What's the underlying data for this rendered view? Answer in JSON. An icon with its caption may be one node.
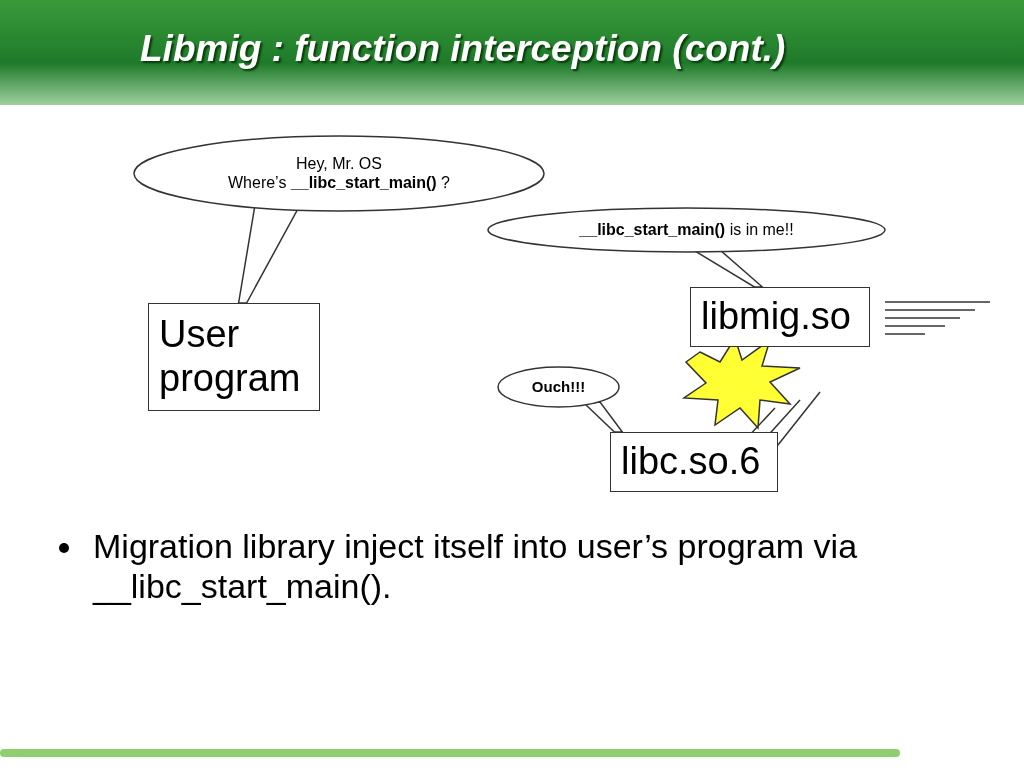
{
  "diagram": {
    "title": "Libmig : function interception (cont.)",
    "nodes": [
      {
        "text": [
          "Hey, Mr. OS",
          "Where’s **__libc_start_main()** ?"
        ]
      },
      {
        "text": [
          "**__libc_start_main()** is in me!!"
        ]
      },
      {
        "text": [
          "User program"
        ]
      },
      {
        "text": [
          "libmig.so"
        ]
      },
      {
        "text": [
          "Ouch!!!"
        ]
      },
      {
        "text": [
          "libc.so.6"
        ]
      }
    ],
    "edges": [
      {
        "from": 0,
        "to": 2,
        "arrow": "none"
      },
      {
        "from": 1,
        "to": 3,
        "arrow": "none"
      },
      {
        "from": 4,
        "to": 5,
        "arrow": "none"
      }
    ],
    "labels": [
      "Migration library inject itself into user’s program via __libc_start_main()."
    ]
  }
}
